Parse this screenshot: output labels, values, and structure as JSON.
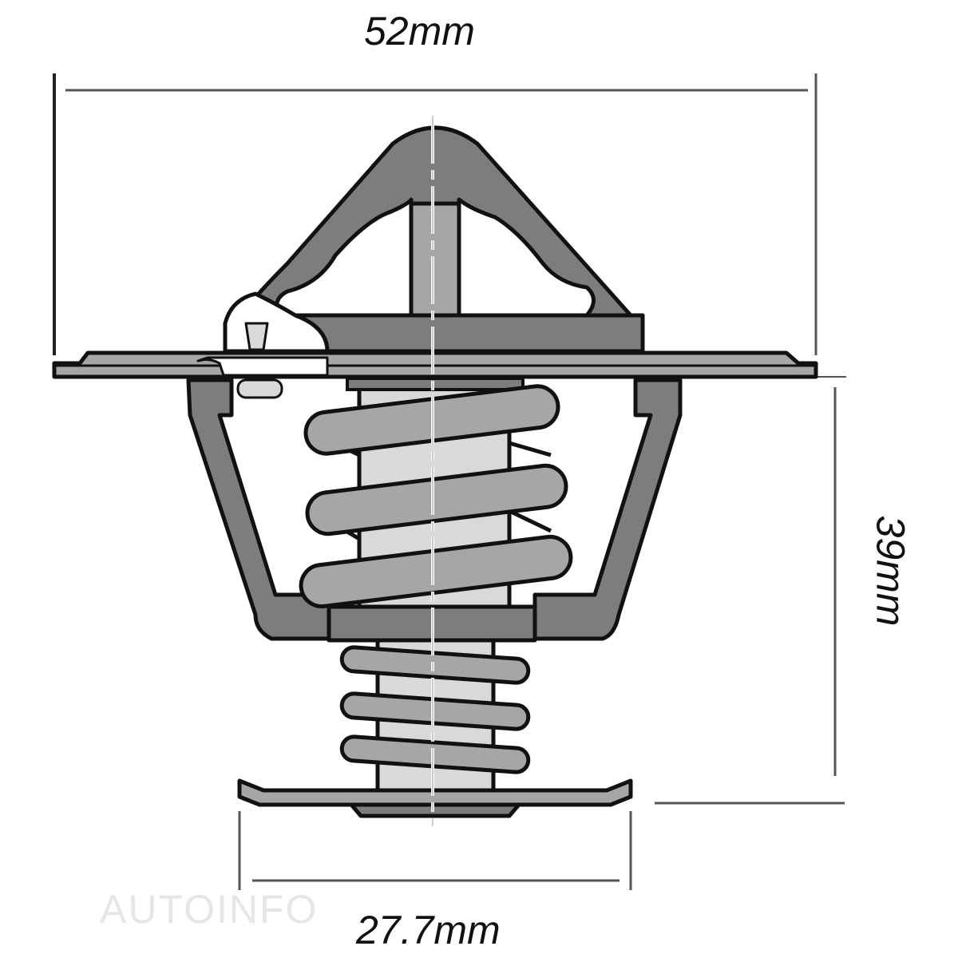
{
  "diagram": {
    "subject": "thermostat",
    "dimensions": {
      "overall_width": "52mm",
      "height": "39mm",
      "base_diameter": "27.7mm"
    },
    "watermark": "AUTOINFO",
    "colors": {
      "outline": "#111111",
      "dark_fill": "#7d7d7d",
      "mid_fill": "#a6a6a6",
      "light_fill": "#d9d9d9",
      "dimension_line": "#555555",
      "background": "#ffffff"
    }
  }
}
